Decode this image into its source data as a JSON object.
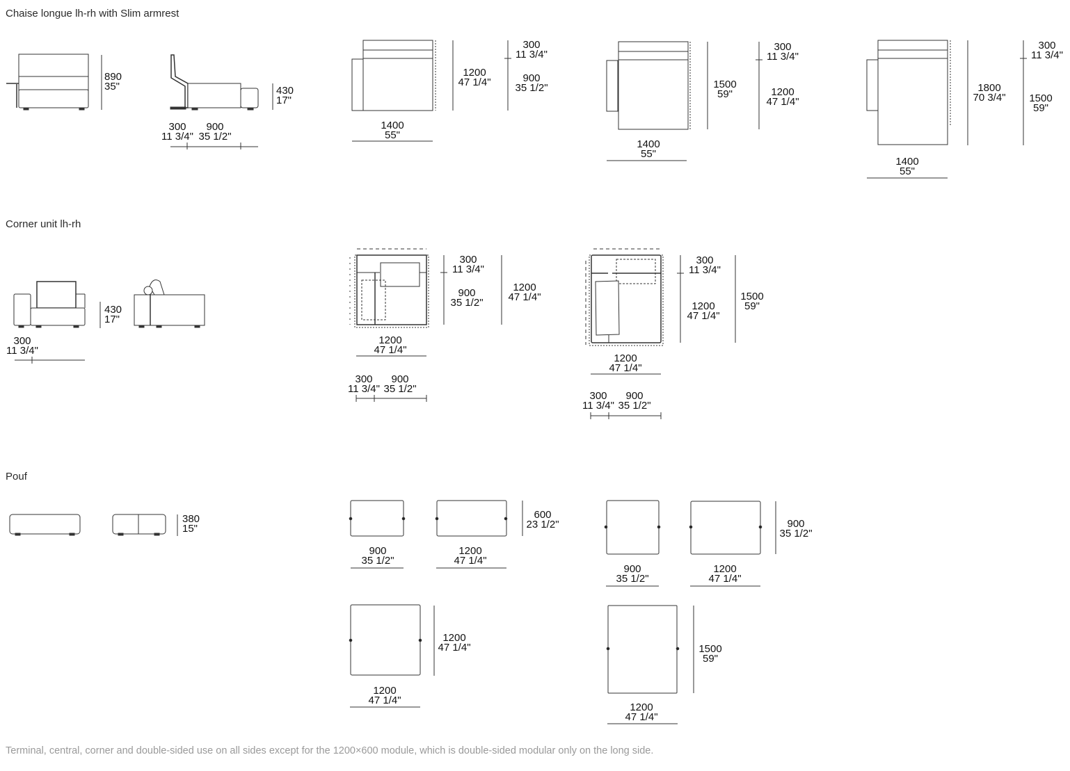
{
  "sections": {
    "chaise": {
      "title": "Chaise longue lh-rh with Slim armrest",
      "front_height": {
        "mm": "890",
        "in": "35\""
      },
      "side_height": {
        "mm": "430",
        "in": "17\""
      },
      "side_depth_a": {
        "mm": "300",
        "in": "11 3/4\""
      },
      "side_depth_b": {
        "mm": "900",
        "in": "35 1/2\""
      },
      "plans": [
        {
          "width": {
            "mm": "1400",
            "in": "55\""
          },
          "total": {
            "mm": "1200",
            "in": "47 1/4\""
          },
          "back": {
            "mm": "300",
            "in": "11 3/4\""
          },
          "seat": {
            "mm": "900",
            "in": "35 1/2\""
          }
        },
        {
          "width": {
            "mm": "1400",
            "in": "55\""
          },
          "total": {
            "mm": "1500",
            "in": "59\""
          },
          "back": {
            "mm": "300",
            "in": "11 3/4\""
          },
          "seat": {
            "mm": "1200",
            "in": "47 1/4\""
          }
        },
        {
          "width": {
            "mm": "1400",
            "in": "55\""
          },
          "total": {
            "mm": "1800",
            "in": "70 3/4\""
          },
          "back": {
            "mm": "300",
            "in": "11 3/4\""
          },
          "seat": {
            "mm": "1500",
            "in": "59\""
          }
        }
      ]
    },
    "corner": {
      "title": "Corner unit lh-rh",
      "height": {
        "mm": "430",
        "in": "17\""
      },
      "arm_width": {
        "mm": "300",
        "in": "11 3/4\""
      },
      "plans": [
        {
          "width": {
            "mm": "1200",
            "in": "47 1/4\""
          },
          "total": {
            "mm": "1200",
            "in": "47 1/4\""
          },
          "back": {
            "mm": "300",
            "in": "11 3/4\""
          },
          "seat": {
            "mm": "900",
            "in": "35 1/2\""
          },
          "arm": {
            "mm": "300",
            "in": "11 3/4\""
          },
          "rest": {
            "mm": "900",
            "in": "35 1/2\""
          }
        },
        {
          "width": {
            "mm": "1200",
            "in": "47 1/4\""
          },
          "total": {
            "mm": "1500",
            "in": "59\""
          },
          "back": {
            "mm": "300",
            "in": "11 3/4\""
          },
          "seat": {
            "mm": "1200",
            "in": "47 1/4\""
          },
          "arm": {
            "mm": "300",
            "in": "11 3/4\""
          },
          "rest": {
            "mm": "900",
            "in": "35 1/2\""
          }
        }
      ]
    },
    "pouf": {
      "title": "Pouf",
      "height": {
        "mm": "380",
        "in": "15\""
      },
      "modules": [
        {
          "width": {
            "mm": "900",
            "in": "35 1/2\""
          }
        },
        {
          "width": {
            "mm": "1200",
            "in": "47 1/4\""
          },
          "depth": {
            "mm": "600",
            "in": "23 1/2\""
          }
        },
        {
          "width": {
            "mm": "900",
            "in": "35 1/2\""
          }
        },
        {
          "width": {
            "mm": "1200",
            "in": "47 1/4\""
          },
          "depth": {
            "mm": "900",
            "in": "35 1/2\""
          }
        },
        {
          "width": {
            "mm": "1200",
            "in": "47 1/4\""
          },
          "depth": {
            "mm": "1200",
            "in": "47 1/4\""
          }
        },
        {
          "width": {
            "mm": "1200",
            "in": "47 1/4\""
          },
          "depth": {
            "mm": "1500",
            "in": "59\""
          }
        }
      ]
    }
  },
  "footer": {
    "note": "Terminal, central, corner and double-sided use on all sides except for the 1200×600 module, which is double-sided modular only on the long side."
  }
}
